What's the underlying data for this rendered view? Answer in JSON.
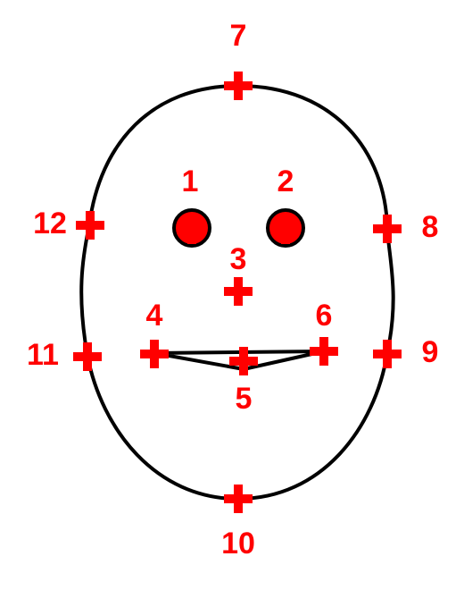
{
  "colors": {
    "marker": "#ff0000",
    "outline": "#000000",
    "background": "#ffffff"
  },
  "landmarks": [
    {
      "id": "1",
      "label": "1",
      "feature": "left-eye"
    },
    {
      "id": "2",
      "label": "2",
      "feature": "right-eye"
    },
    {
      "id": "3",
      "label": "3",
      "feature": "nose"
    },
    {
      "id": "4",
      "label": "4",
      "feature": "mouth-left-corner"
    },
    {
      "id": "5",
      "label": "5",
      "feature": "mouth-bottom"
    },
    {
      "id": "6",
      "label": "6",
      "feature": "mouth-right-corner"
    },
    {
      "id": "7",
      "label": "7",
      "feature": "head-top"
    },
    {
      "id": "8",
      "label": "8",
      "feature": "right-upper-edge"
    },
    {
      "id": "9",
      "label": "9",
      "feature": "right-lower-edge"
    },
    {
      "id": "10",
      "label": "10",
      "feature": "chin"
    },
    {
      "id": "11",
      "label": "11",
      "feature": "left-lower-edge"
    },
    {
      "id": "12",
      "label": "12",
      "feature": "left-upper-edge"
    }
  ]
}
